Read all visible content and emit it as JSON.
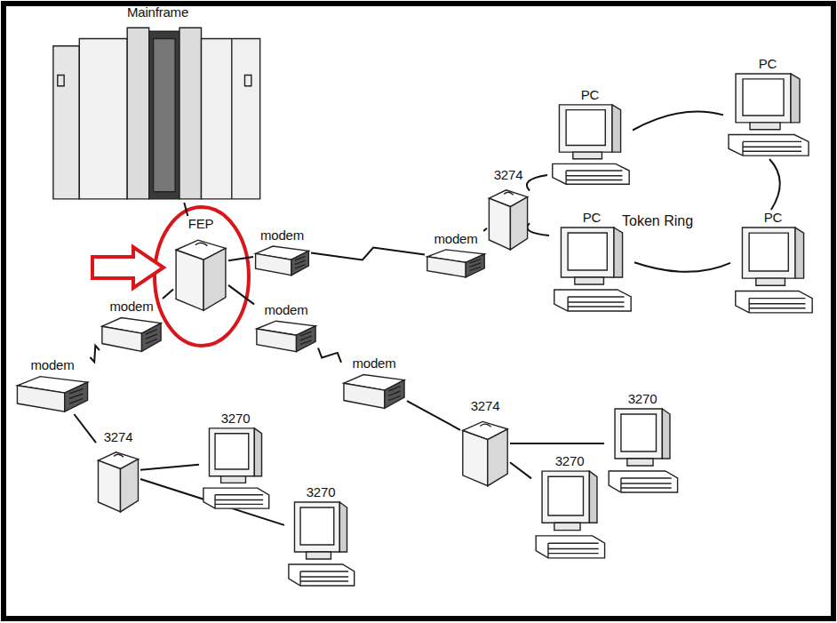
{
  "diagram": {
    "nodes": [
      {
        "text": [
          "Mainframe"
        ]
      },
      {
        "text": [
          "FEP"
        ]
      },
      {
        "text": [
          "modem"
        ]
      },
      {
        "text": [
          "modem"
        ]
      },
      {
        "text": [
          "3274"
        ]
      },
      {
        "text": [
          "PC"
        ]
      },
      {
        "text": [
          "PC"
        ]
      },
      {
        "text": [
          "PC"
        ]
      },
      {
        "text": [
          "PC"
        ]
      },
      {
        "text": [
          "modem"
        ]
      },
      {
        "text": [
          "modem"
        ]
      },
      {
        "text": [
          "3274"
        ]
      },
      {
        "text": [
          "3270"
        ]
      },
      {
        "text": [
          "3270"
        ]
      },
      {
        "text": [
          "modem"
        ]
      },
      {
        "text": [
          "modem"
        ]
      },
      {
        "text": [
          "3274"
        ]
      },
      {
        "text": [
          "3270"
        ]
      },
      {
        "text": [
          "3270"
        ]
      }
    ],
    "edges": [
      {
        "from": 0,
        "to": 1,
        "arrow": "none"
      },
      {
        "from": 1,
        "to": 2,
        "arrow": "none"
      },
      {
        "from": 2,
        "to": 3,
        "arrow": "none"
      },
      {
        "from": 3,
        "to": 4,
        "arrow": "none"
      },
      {
        "from": 4,
        "to": 5,
        "arrow": "none"
      },
      {
        "from": 5,
        "to": 6,
        "arrow": "none"
      },
      {
        "from": 6,
        "to": 8,
        "arrow": "none"
      },
      {
        "from": 8,
        "to": 7,
        "arrow": "none"
      },
      {
        "from": 7,
        "to": 4,
        "arrow": "none"
      },
      {
        "from": 1,
        "to": 9,
        "arrow": "none"
      },
      {
        "from": 9,
        "to": 10,
        "arrow": "none"
      },
      {
        "from": 10,
        "to": 11,
        "arrow": "none"
      },
      {
        "from": 11,
        "to": 12,
        "arrow": "none"
      },
      {
        "from": 11,
        "to": 13,
        "arrow": "none"
      },
      {
        "from": 1,
        "to": 14,
        "arrow": "none"
      },
      {
        "from": 14,
        "to": 15,
        "arrow": "none"
      },
      {
        "from": 15,
        "to": 16,
        "arrow": "none"
      },
      {
        "from": 16,
        "to": 17,
        "arrow": "none"
      },
      {
        "from": 16,
        "to": 18,
        "arrow": "none"
      }
    ],
    "labels": [
      "Token Ring"
    ]
  }
}
